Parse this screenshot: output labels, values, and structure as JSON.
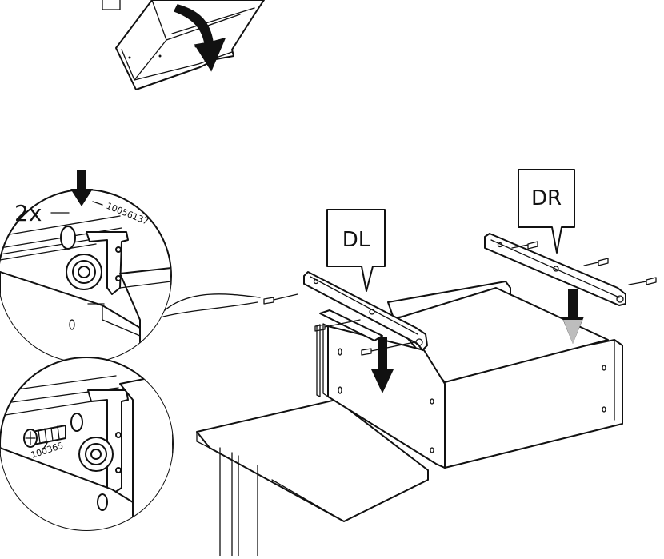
{
  "step": {
    "quantity_label": "2x",
    "part_number_top": "10056137",
    "part_number_bottom": "100365",
    "left_rail_label": "DL",
    "right_rail_label": "DR"
  },
  "colors": {
    "line": "#111111",
    "arrow_fill": "#111111",
    "arrow_gray": "#bdbdbd",
    "paper": "#ffffff"
  }
}
